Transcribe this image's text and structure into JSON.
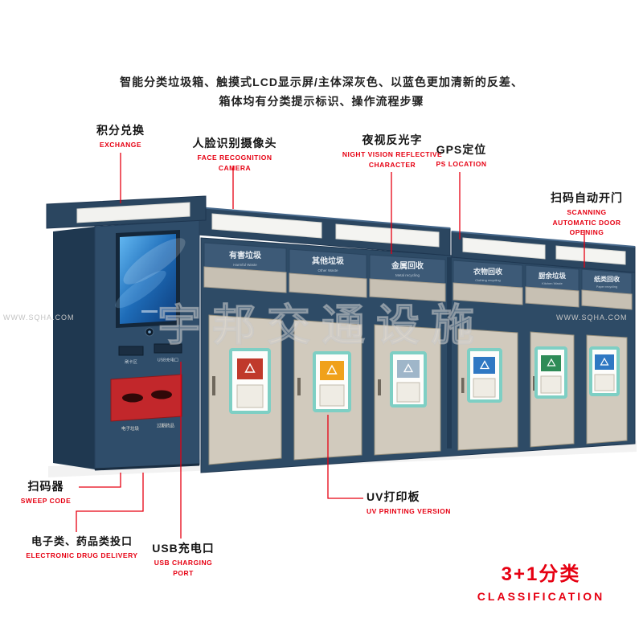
{
  "header": {
    "description_line1": "智能分类垃圾箱、触摸式LCD显示屏/主体深灰色、以蓝色更加清新的反差、",
    "description_line2": "箱体均有分类提示标识、操作流程步骤"
  },
  "callouts": {
    "exchange": {
      "zh": "积分兑换",
      "en": "EXCHANGE"
    },
    "face_camera": {
      "zh": "人脸识别摄像头",
      "en": "FACE RECOGNITION CAMERA"
    },
    "night_vision": {
      "zh": "夜视反光字",
      "en": "NIGHT VISION REFLECTIVE CHARACTER"
    },
    "gps": {
      "zh": "GPS定位",
      "en": "PS LOCATION"
    },
    "scan_door": {
      "zh": "扫码自动开门",
      "en": "SCANNING AUTOMATIC DOOR OPENING"
    },
    "sweep_code": {
      "zh": "扫码器",
      "en": "SWEEP CODE"
    },
    "electronic_delivery": {
      "zh": "电子类、药品类投口",
      "en": "ELECTRONIC DRUG DELIVERY"
    },
    "usb": {
      "zh": "USB充电口",
      "en": "USB CHARGING PORT"
    },
    "uv": {
      "zh": "UV打印板",
      "en": "UV PRINTING VERSION"
    }
  },
  "classification": {
    "zh": "3+1分类",
    "en": "CLASSIFICATION"
  },
  "watermarks": {
    "left": "WWW.SQHA.COM",
    "right": "WWW.SQHA.COM",
    "center": "宇邦交通设施"
  },
  "machine": {
    "bins": [
      {
        "label_zh": "有害垃圾",
        "label_en": "Harmful Waste",
        "color": "#c0392b"
      },
      {
        "label_zh": "其他垃圾",
        "label_en": "Other Waste",
        "color": "#f0a11b"
      },
      {
        "label_zh": "金属回收",
        "label_en": "Metal recycling",
        "color": "#9fb6c9"
      },
      {
        "label_zh": "衣物回收",
        "label_en": "Clothing recycling",
        "color": "#2f78c3"
      },
      {
        "label_zh": "厨余垃圾",
        "label_en": "Kitchen Waste",
        "color": "#2e8b57"
      },
      {
        "label_zh": "纸类回收",
        "label_en": "Paper recycling",
        "color": "#2f78c3"
      }
    ],
    "kiosk": {
      "port_left_label": "刷卡区",
      "port_right_label": "USB充电口",
      "slot_left_label": "电子垃圾",
      "slot_right_label": "过期药品"
    },
    "colors": {
      "body": "#2e4b66",
      "canopy": "#2b4660",
      "door": "#d1cabd",
      "accent_red": "#e60012",
      "screen_blue": "#1e6cb8"
    }
  }
}
